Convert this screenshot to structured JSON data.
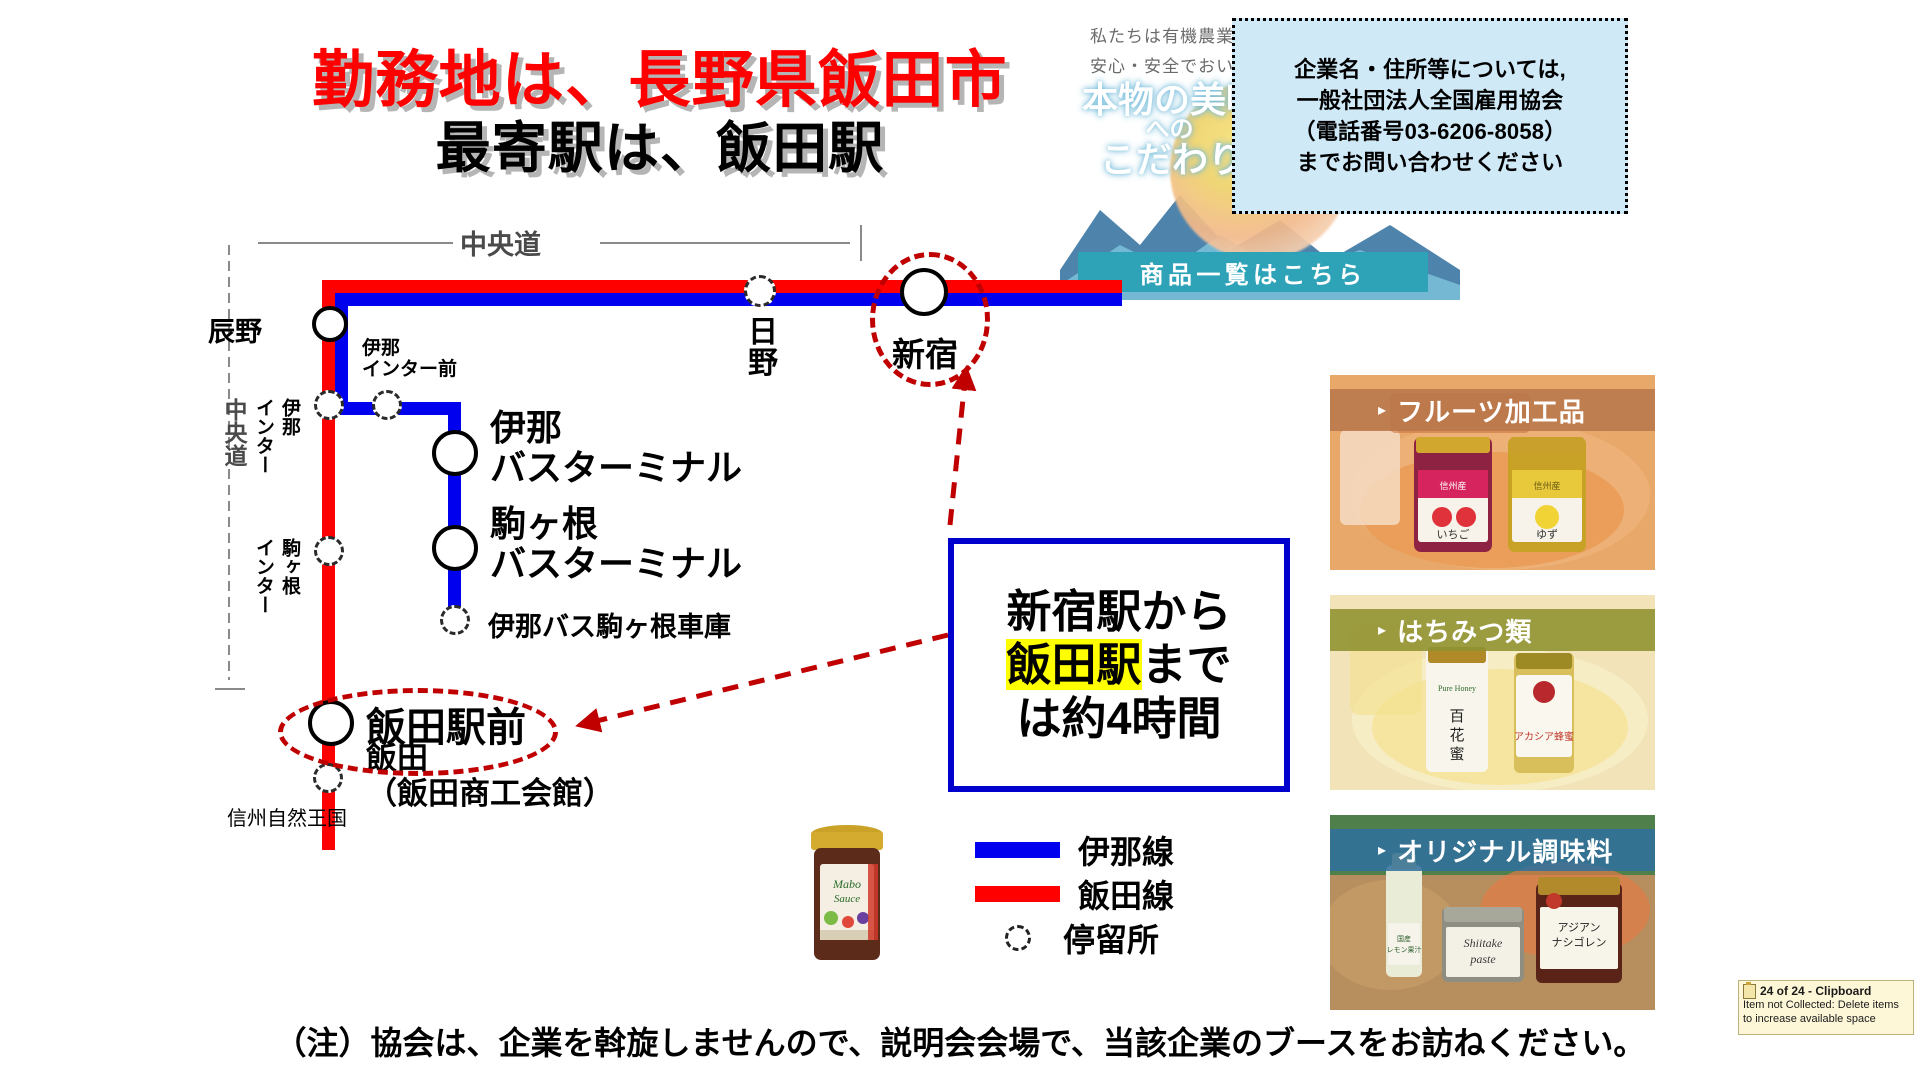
{
  "title": {
    "line1": "勤務地は、長野県飯田市",
    "line2": "最寄駅は、飯田駅"
  },
  "promo": {
    "text1": "私たちは有機農業にこだわりました。",
    "text2": "安心・安全でおいしい食品です。",
    "headline1": "本物の美味",
    "headline2": "への",
    "headline3": "こだわり",
    "button": "商品一覧はこちら"
  },
  "info_box": {
    "line1": "企業名・住所等については,",
    "line2": "一般社団法人全国雇用協会",
    "line3": "（電話番号03-6206-8058）",
    "line4": "までお問い合わせください"
  },
  "map": {
    "highway_top_label": "中央道",
    "highway_left_label": "中央道",
    "stops": [
      {
        "name": "辰野",
        "type": "big"
      },
      {
        "name": "伊那インター前",
        "type": "small"
      },
      {
        "name": "伊那インター",
        "type": "small"
      },
      {
        "name": "伊那バスターミナル",
        "type": "big"
      },
      {
        "name": "駒ヶ根インター",
        "type": "small"
      },
      {
        "name": "駒ヶ根バスターミナル",
        "type": "big"
      },
      {
        "name": "伊那バス駒ヶ根車庫",
        "type": "small"
      },
      {
        "name": "日野",
        "type": "small"
      },
      {
        "name": "新宿",
        "type": "big"
      },
      {
        "name": "飯田駅前",
        "type": "big"
      },
      {
        "name": "飯田（飯田商工会館）",
        "type": "small"
      }
    ],
    "labels": {
      "tatsuno": "辰野",
      "ina_inter_mae": "伊那\nインター前",
      "ina_inter": "伊那インター",
      "ina_inter_a": "伊那",
      "ina_inter_b": "インター",
      "ina_bus_terminal_1": "伊那",
      "ina_bus_terminal_2": "バスターミナル",
      "komagane_inter_a": "駒ヶ根",
      "komagane_inter_b": "インター",
      "komagane_bus_terminal_1": "駒ヶ根",
      "komagane_bus_terminal_2": "バスターミナル",
      "ina_bus_komagane_shako": "伊那バス駒ヶ根車庫",
      "hino": "日野",
      "shinjuku": "新宿",
      "iida_ekimae": "飯田駅前",
      "iida_1": "飯田",
      "iida_2": "（飯田商工会館）",
      "shinshu": "信州自然王国"
    }
  },
  "callout": {
    "line1": "新宿駅から",
    "line2_highlight": "飯田駅",
    "line2_rest": "まで",
    "line3": "は約4時間"
  },
  "legend": {
    "items": [
      {
        "label": "伊那線",
        "symbol": "line",
        "color": "#0000ee"
      },
      {
        "label": "飯田線",
        "symbol": "line",
        "color": "#ff0000"
      },
      {
        "label": "停留所",
        "symbol": "circle",
        "color": "#222222"
      }
    ]
  },
  "product_cards": [
    {
      "title": "フルーツ加工品",
      "band_color": "#b8764a",
      "products": [
        "いちご",
        "ゆず"
      ]
    },
    {
      "title": "はちみつ類",
      "band_color": "#8f9130",
      "products": [
        "百花蜜",
        "アカシア蜂蜜"
      ]
    },
    {
      "title": "オリジナル調味料",
      "band_color": "#2f6f9e",
      "products": [
        "国産レモン果汁",
        "Shiitake paste",
        "アジアンナシゴレン"
      ]
    }
  ],
  "bottom_note": "（注）協会は、企業を斡旋しませんので、説明会会場で、当該企業のブースをお訪ねください。",
  "clipboard_toast": {
    "title": "24 of 24 - Clipboard",
    "body_line1": "Item not Collected: Delete items",
    "body_line2": "to increase available space"
  }
}
